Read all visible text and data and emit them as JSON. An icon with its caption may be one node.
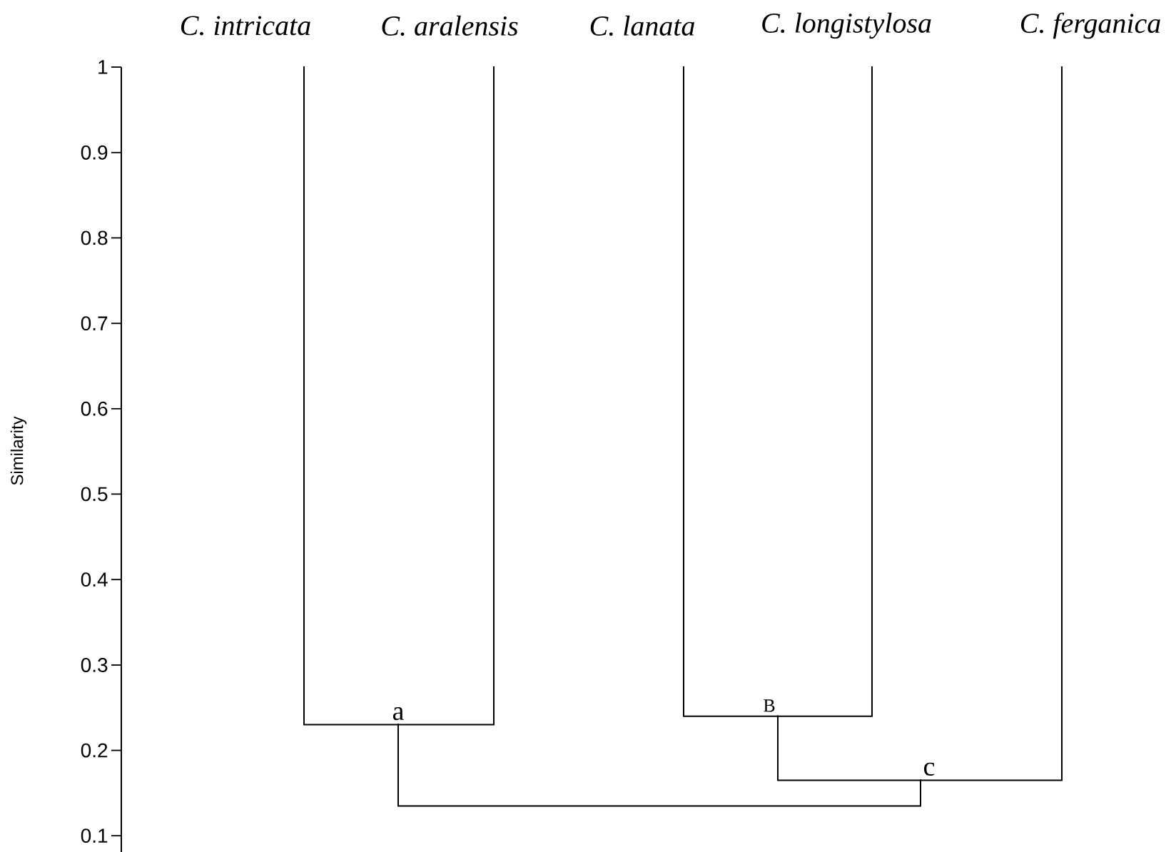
{
  "diagram": {
    "nodes": [
      {
        "text": [
          "C. intricata"
        ]
      },
      {
        "text": [
          "C. aralensis"
        ]
      },
      {
        "text": [
          "C. lanata"
        ]
      },
      {
        "text": [
          "C. longistylosa"
        ]
      },
      {
        "text": [
          "C. ferganica"
        ]
      },
      {
        "text": [
          "a"
        ]
      },
      {
        "text": [
          "B"
        ]
      },
      {
        "text": [
          "c"
        ]
      }
    ],
    "edges": [
      {
        "from": 5,
        "to": 0,
        "arrow": "none"
      },
      {
        "from": 5,
        "to": 1,
        "arrow": "none"
      },
      {
        "from": 6,
        "to": 2,
        "arrow": "none"
      },
      {
        "from": 6,
        "to": 3,
        "arrow": "none"
      },
      {
        "from": 7,
        "to": 6,
        "arrow": "none"
      },
      {
        "from": 7,
        "to": 4,
        "arrow": "none"
      },
      {
        "from": 5,
        "to": 7,
        "arrow": "none"
      }
    ],
    "labels": [
      "Similarity",
      "1",
      "0.9",
      "0.8",
      "0.7",
      "0.6",
      "0.5",
      "0.4",
      "0.3",
      "0.2",
      "0.1"
    ]
  }
}
